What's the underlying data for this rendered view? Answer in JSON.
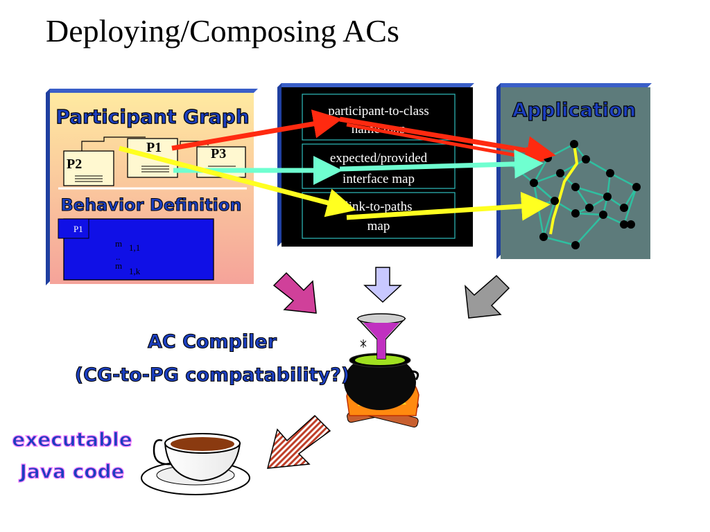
{
  "title": "Deploying/Composing ACs",
  "participant_panel": {
    "title": "Participant Graph",
    "nodes": [
      "P1",
      "P2",
      "P3"
    ],
    "behavior_title": "Behavior Definition",
    "behavior_tab": "P1",
    "method_prefix": "m",
    "method_first": "1,1",
    "method_ellipsis": "..",
    "method_last": "1,k"
  },
  "maps_panel": {
    "items": [
      {
        "line1": "participant-to-class",
        "line2": "name map"
      },
      {
        "line1": "expected/provided",
        "line2": "interface map"
      },
      {
        "line1": "link-to-paths",
        "line2": "map"
      }
    ]
  },
  "application_panel": {
    "title": "Application"
  },
  "compiler": {
    "line1": "AC Compiler",
    "line2": "(CG-to-PG compatability?)"
  },
  "output": {
    "line1": "executable",
    "line2": "Java code"
  },
  "colors": {
    "participant_bg_top": "#ffeaa0",
    "participant_bg_bottom": "#f5a39a",
    "maps_bg": "#000000",
    "app_bg": "#5d7b7b",
    "behavior_bg": "#1010e6",
    "panel_shadow": "#1f3fa0",
    "graph_edge": "#2fbfa0",
    "arrow_red": "#ff2a10",
    "arrow_cyan": "#6fffd0",
    "arrow_yellow": "#ffff20",
    "cartoon_fill": "#1c3fbf"
  }
}
